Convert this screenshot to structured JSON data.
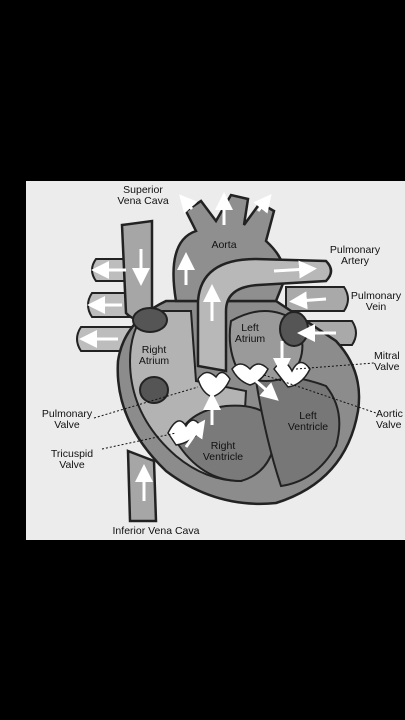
{
  "diagram": {
    "labels": {
      "superior_vena_cava": "Superior\nVena Cava",
      "aorta": "Aorta",
      "pulmonary_artery": "Pulmonary\nArtery",
      "pulmonary_vein": "Pulmonary\nVein",
      "left_atrium": "Left\nAtrium",
      "right_atrium": "Right\nAtrium",
      "mitral_valve": "Mitral\nValve",
      "pulmonary_valve": "Pulmonary\nValve",
      "left_ventricle": "Left\nVentricle",
      "aortic_valve": "Aortic\nValve",
      "tricuspid_valve": "Tricuspid\nValve",
      "right_ventricle": "Right\nVentricle",
      "inferior_vena_cava": "Inferior Vena Cava"
    }
  }
}
